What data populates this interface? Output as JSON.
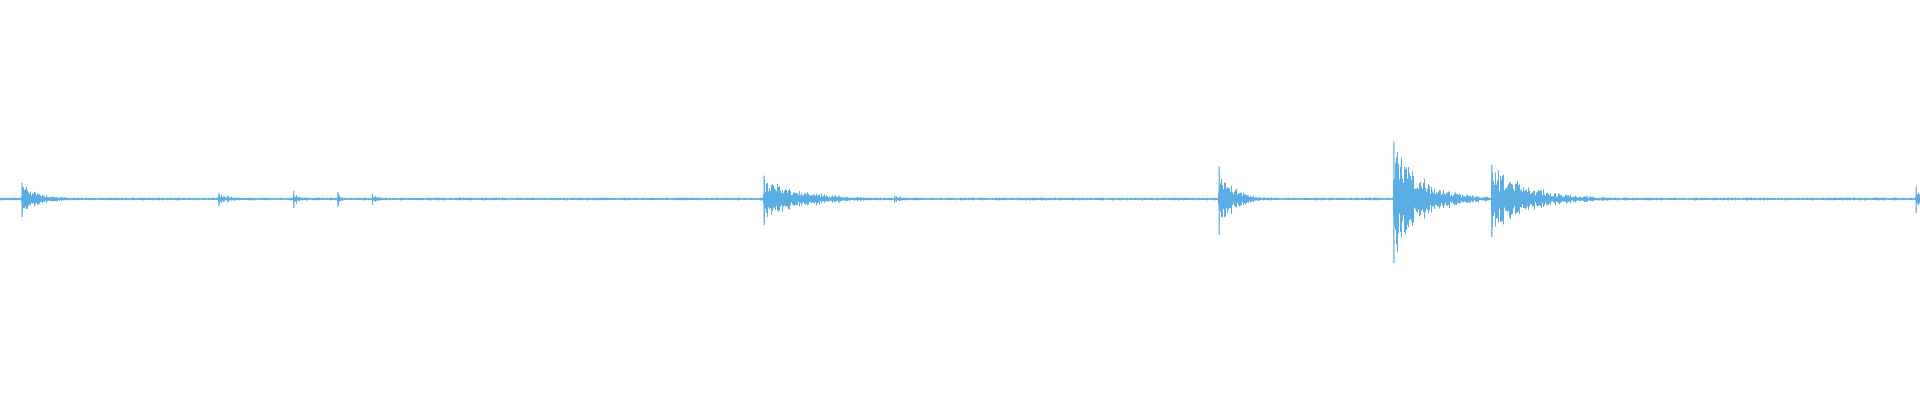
{
  "chart_data": {
    "type": "area",
    "title": "",
    "xlabel": "",
    "ylabel": "",
    "xlim": [
      0,
      1
    ],
    "ylim": [
      -1,
      1
    ],
    "grid": false,
    "legend": "none",
    "baseline_amplitude": 0.008,
    "color": "#5aaee3",
    "events": [
      {
        "position": 0.0115,
        "amplitude": 0.09,
        "decay": 0.01
      },
      {
        "position": 0.114,
        "amplitude": 0.035,
        "decay": 0.006
      },
      {
        "position": 0.153,
        "amplitude": 0.045,
        "decay": 0.003
      },
      {
        "position": 0.176,
        "amplitude": 0.04,
        "decay": 0.002
      },
      {
        "position": 0.194,
        "amplitude": 0.03,
        "decay": 0.003
      },
      {
        "position": 0.398,
        "amplitude": 0.13,
        "decay": 0.02
      },
      {
        "position": 0.437,
        "amplitude": 0.02,
        "decay": 0.004
      },
      {
        "position": 0.466,
        "amplitude": 0.018,
        "decay": 0.006
      },
      {
        "position": 0.635,
        "amplitude": 0.18,
        "decay": 0.008
      },
      {
        "position": 0.726,
        "amplitude": 0.32,
        "decay": 0.015
      },
      {
        "position": 0.777,
        "amplitude": 0.19,
        "decay": 0.02
      },
      {
        "position": 0.998,
        "amplitude": 0.07,
        "decay": 0.002
      }
    ]
  }
}
